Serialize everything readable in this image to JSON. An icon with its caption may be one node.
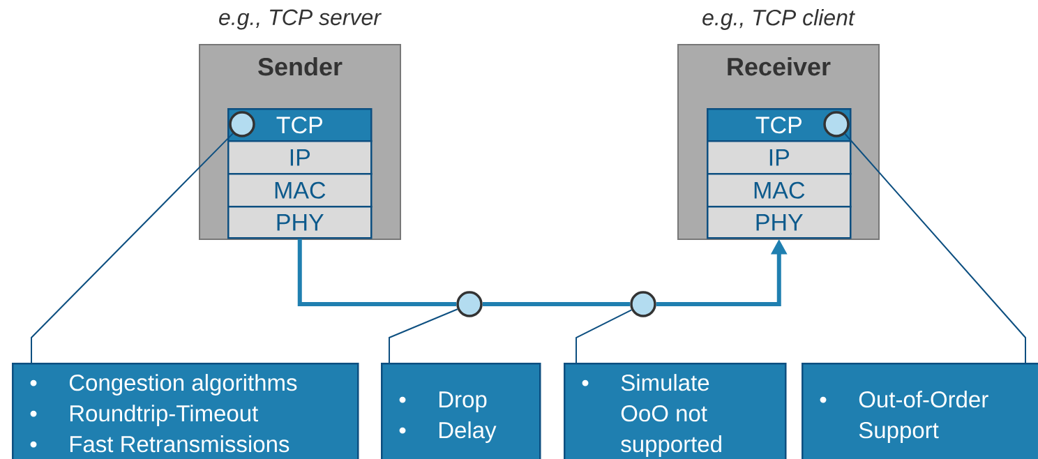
{
  "diagram": {
    "nodes": [
      {
        "text": [
          "Sender"
        ],
        "beside": [
          "*e.g., TCP server*"
        ]
      },
      {
        "text": [
          "TCP"
        ],
        "in": 0
      },
      {
        "text": [],
        "shape": "circle",
        "in": 1
      },
      {
        "text": [
          "IP"
        ],
        "in": 0
      },
      {
        "text": [
          "MAC"
        ],
        "in": 0
      },
      {
        "text": [
          "PHY"
        ],
        "in": 0
      },
      {
        "text": [
          "Receiver"
        ],
        "beside": [
          "*e.g., TCP client*"
        ]
      },
      {
        "text": [
          "TCP"
        ],
        "in": 6
      },
      {
        "text": [],
        "shape": "circle",
        "in": 7
      },
      {
        "text": [
          "IP"
        ],
        "in": 6
      },
      {
        "text": [
          "MAC"
        ],
        "in": 6
      },
      {
        "text": [
          "PHY"
        ],
        "in": 6
      },
      {
        "text": [],
        "shape": "circle"
      },
      {
        "text": [],
        "shape": "circle"
      },
      {
        "text": [
          "Congestion algorithms",
          "Roundtrip-Timeout",
          "Fast Retransmissions"
        ]
      },
      {
        "text": [
          "Drop",
          "Delay"
        ]
      },
      {
        "text": [
          "Simulate OoO not supported"
        ]
      },
      {
        "text": [
          "Out-of-Order Support"
        ]
      }
    ],
    "edges": [
      {
        "from": 5,
        "to": 12,
        "arrow": "none",
        "style": "thick",
        "color": "#1f7fb0"
      },
      {
        "from": 12,
        "to": 13,
        "arrow": "none",
        "style": "thick",
        "color": "#1f7fb0"
      },
      {
        "from": 13,
        "to": 11,
        "arrow": "to",
        "style": "thick",
        "color": "#1f7fb0"
      },
      {
        "from": 2,
        "to": 14,
        "arrow": "none"
      },
      {
        "from": 12,
        "to": 15,
        "arrow": "none"
      },
      {
        "from": 13,
        "to": 16,
        "arrow": "none"
      },
      {
        "from": 8,
        "to": 17,
        "arrow": "none"
      }
    ],
    "labels": [
      "•",
      "•",
      "•",
      "•",
      "•",
      "•",
      "•"
    ]
  }
}
